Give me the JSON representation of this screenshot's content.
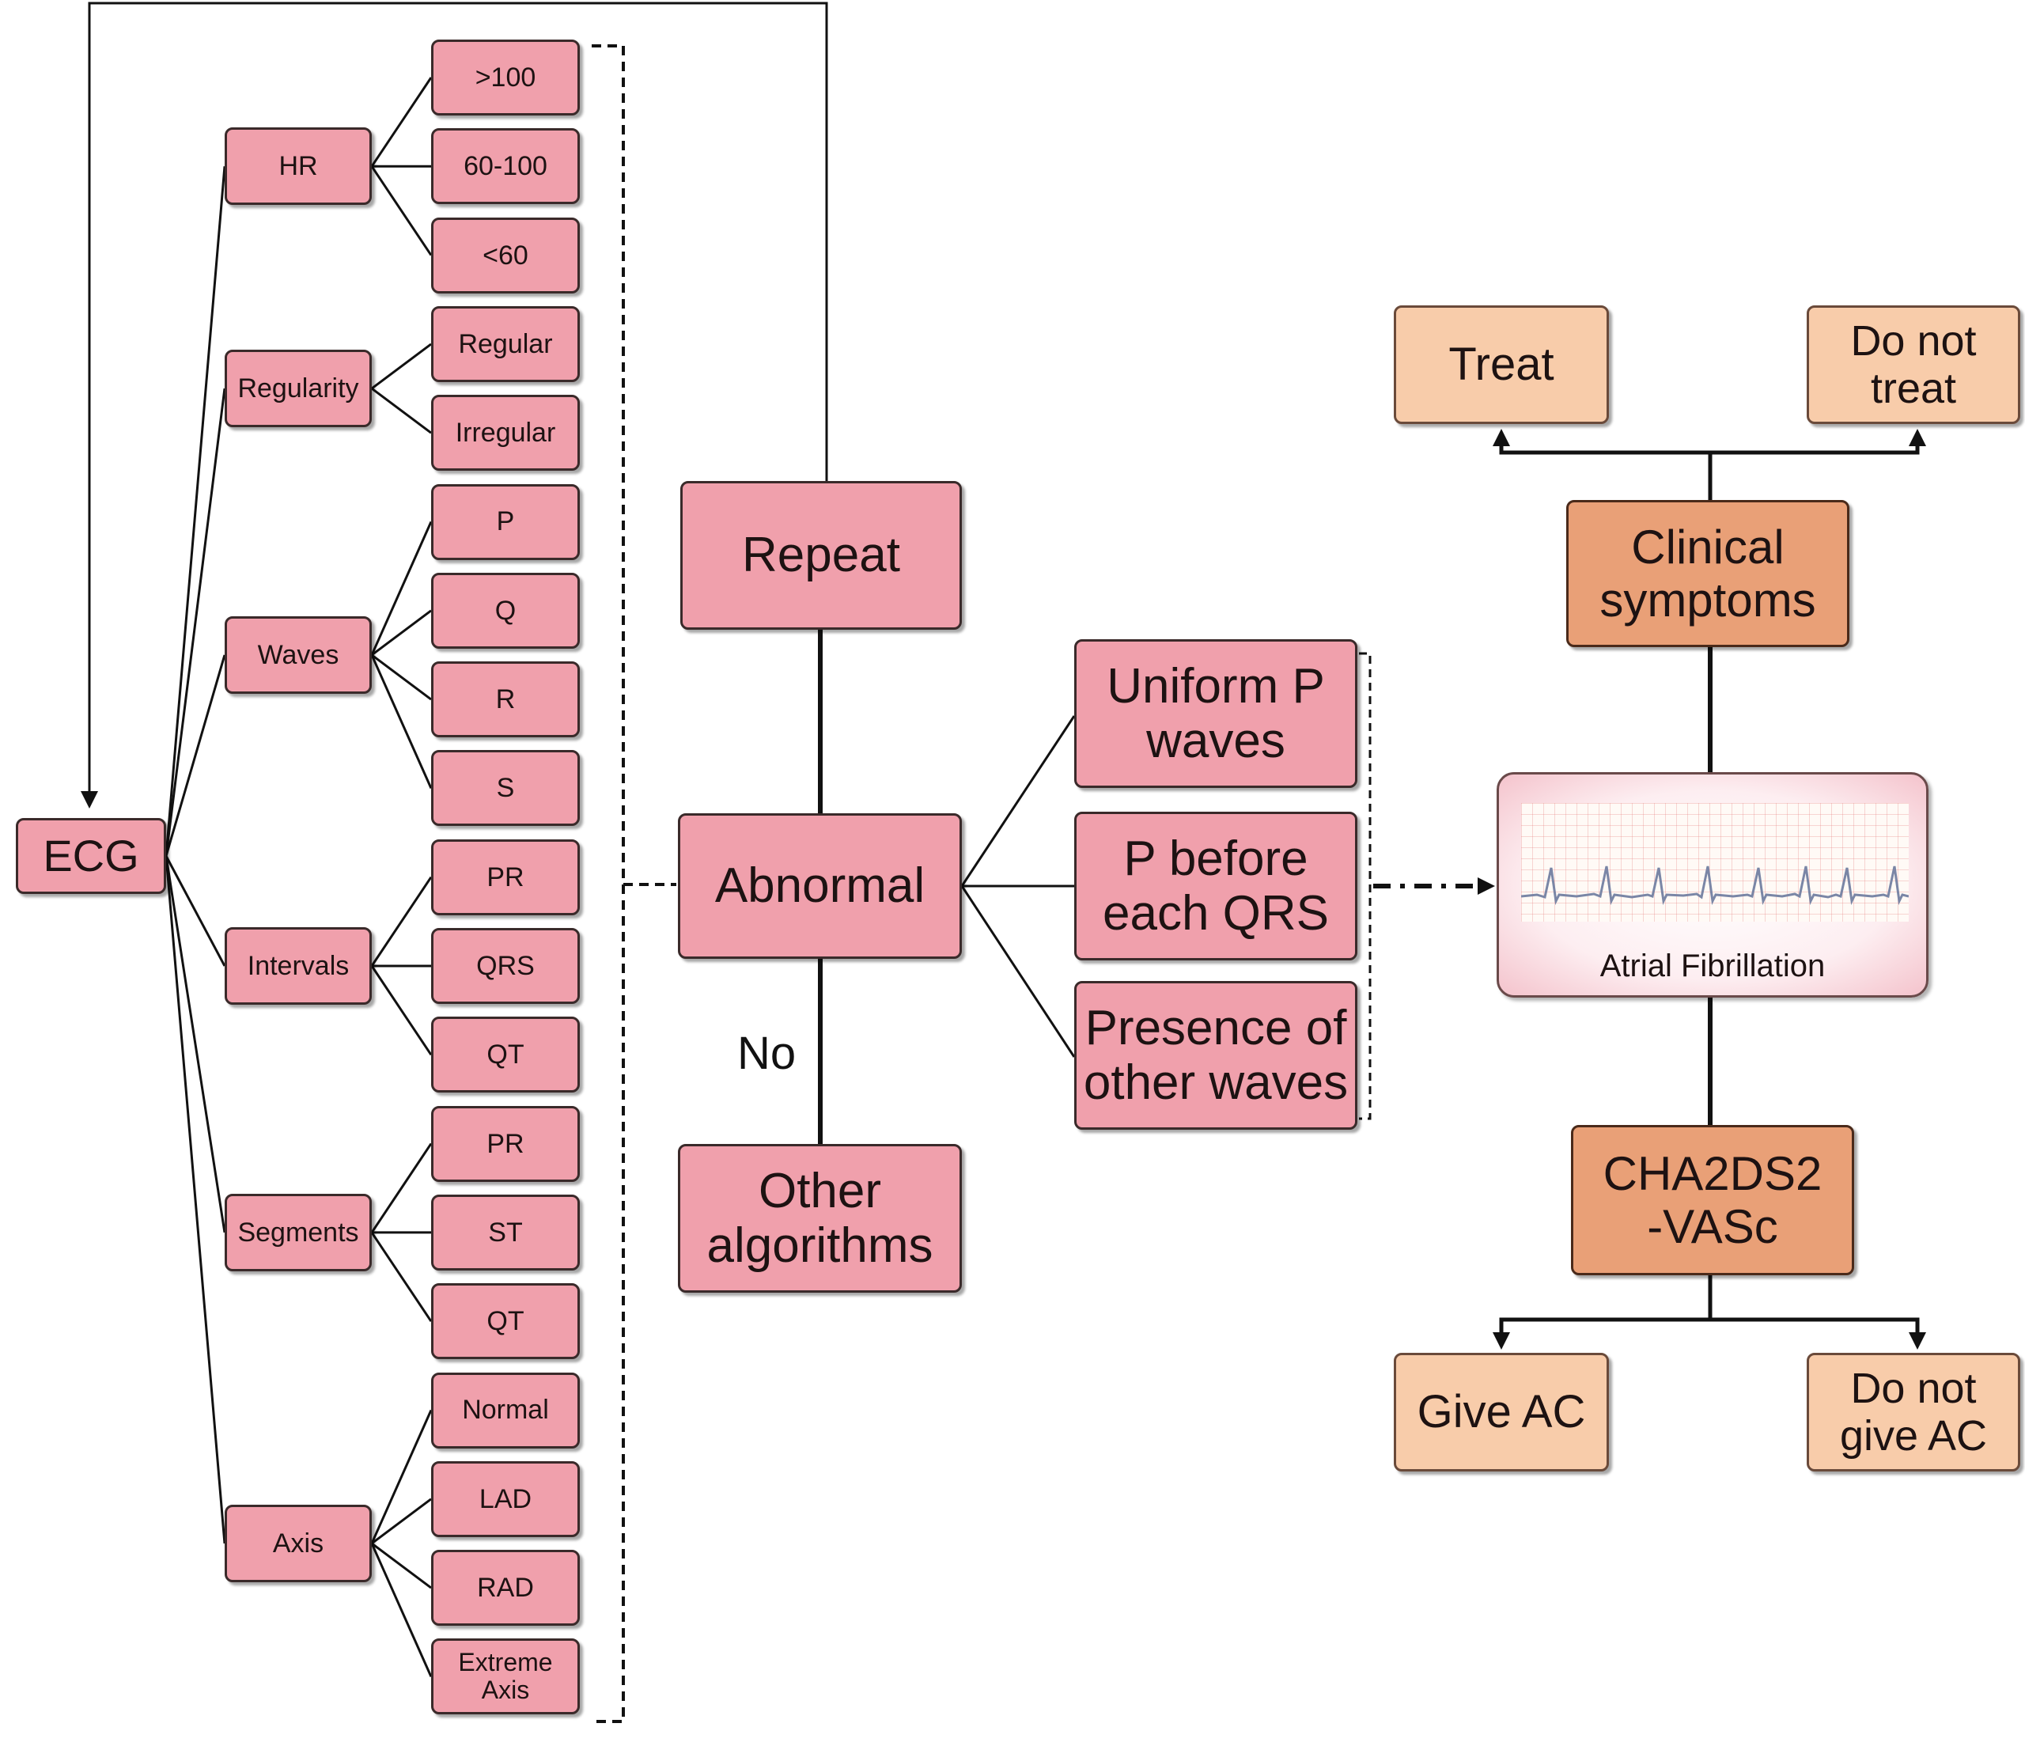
{
  "root": {
    "label": "ECG"
  },
  "categories": [
    {
      "label": "HR",
      "options": [
        ">100",
        "60-100",
        "<60"
      ]
    },
    {
      "label": "Regularity",
      "options": [
        "Regular",
        "Irregular"
      ]
    },
    {
      "label": "Waves",
      "options": [
        "P",
        "Q",
        "R",
        "S"
      ]
    },
    {
      "label": "Intervals",
      "options": [
        "PR",
        "QRS",
        "QT"
      ]
    },
    {
      "label": "Segments",
      "options": [
        "PR",
        "ST",
        "QT"
      ]
    },
    {
      "label": "Axis",
      "options": [
        "Normal",
        "LAD",
        "RAD",
        "Extreme Axis"
      ]
    }
  ],
  "middle": {
    "repeat": "Repeat",
    "abnormal": "Abnormal",
    "no_label": "No",
    "other": "Other algorithms"
  },
  "criteria": [
    "Uniform P waves",
    "P before each QRS",
    "Presence of other waves"
  ],
  "diagnosis": {
    "label": "Atrial Fibrillation"
  },
  "right": {
    "clinical": "Clinical symptoms",
    "treat": "Treat",
    "do_not_treat": "Do not treat",
    "score": "CHA2DS2-VASc",
    "give_ac": "Give AC",
    "do_not_give_ac": "Do not give AC"
  },
  "colors": {
    "node_pink": "#f0a0ac",
    "node_peach": "#f8ccaa",
    "node_orange": "#e9a077",
    "border": "#3a2a2a"
  }
}
